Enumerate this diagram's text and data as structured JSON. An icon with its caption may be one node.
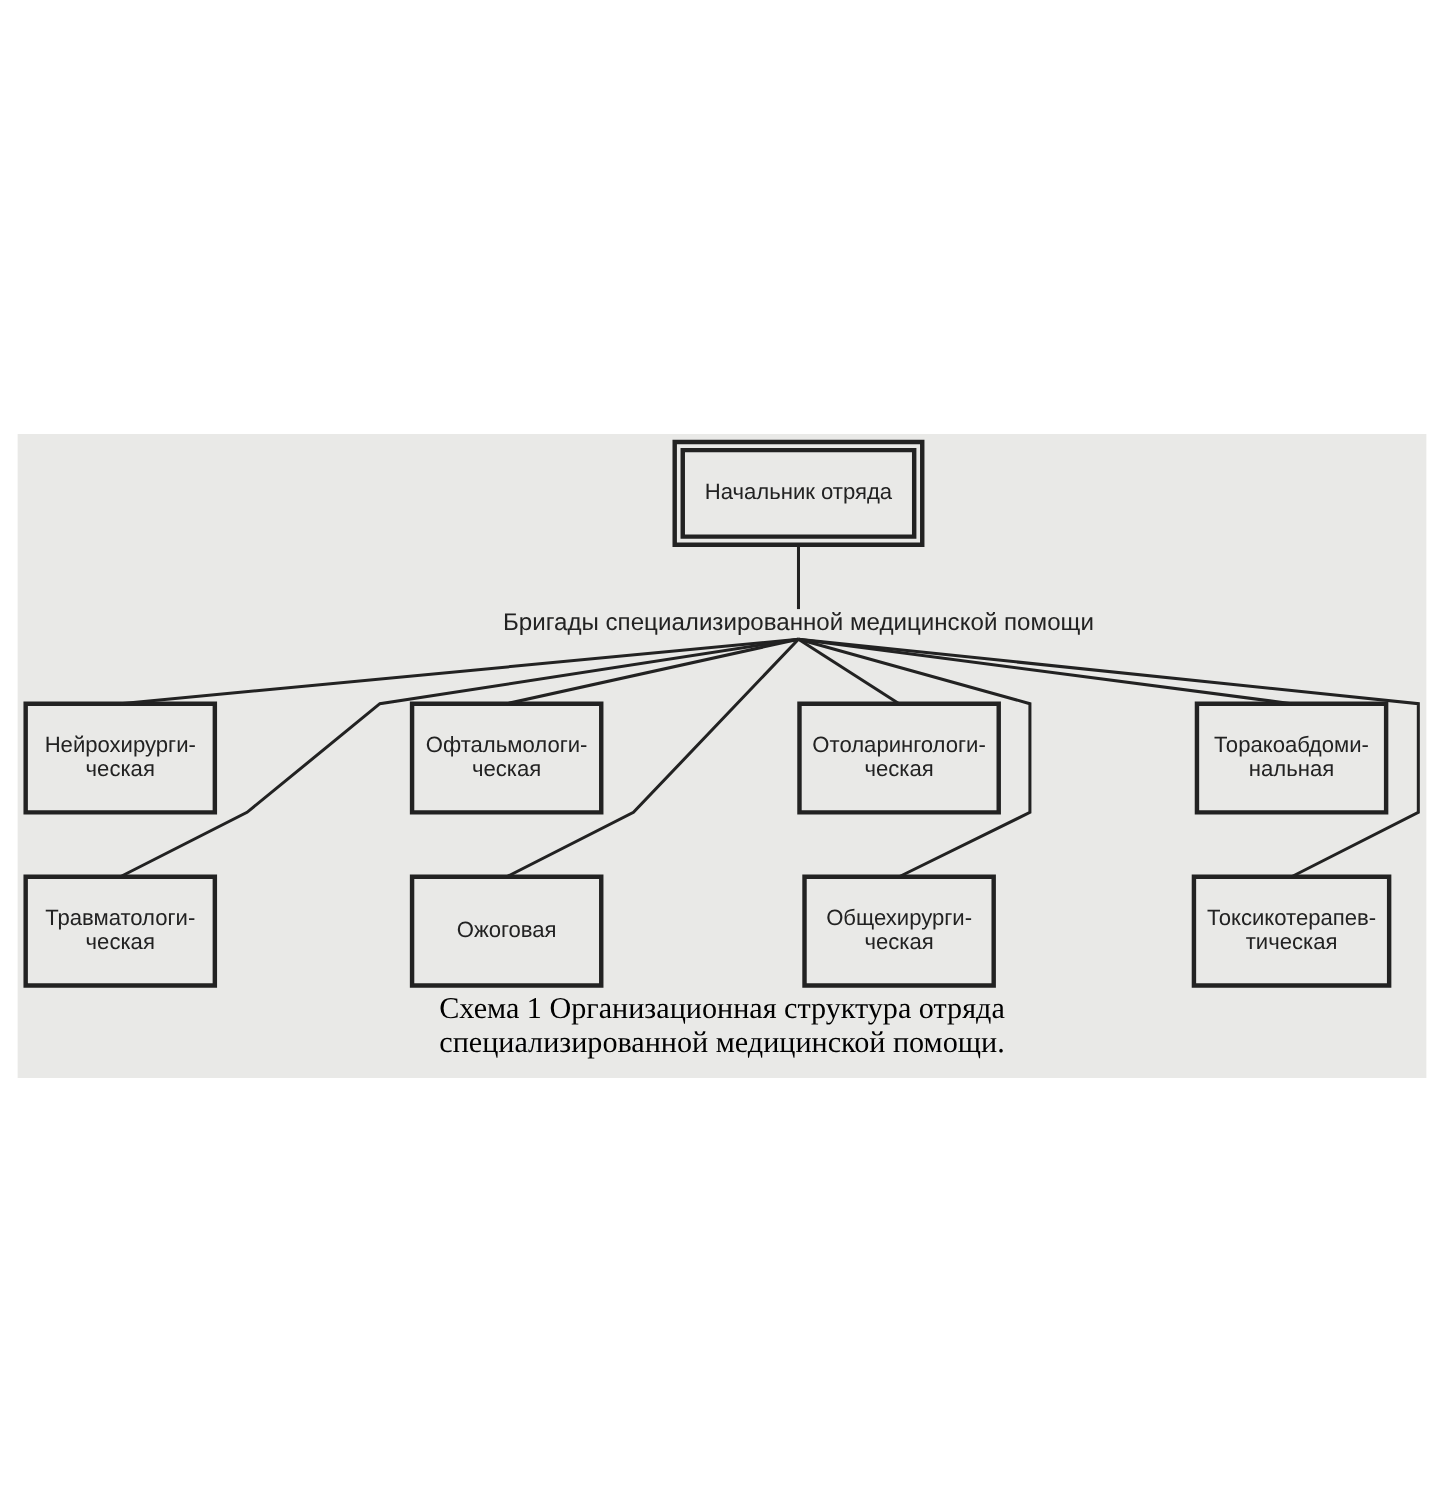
{
  "diagram": {
    "caption": "Схема 1 Организационная структура отряда специализированной медицинской помощи.",
    "nodes": [
      {
        "text": [
          "Начальник отряда"
        ]
      },
      {
        "text": [
          "Бригады специализированной медицинской помощи"
        ]
      },
      {
        "text": [
          "Нейрохирурги- ческая"
        ]
      },
      {
        "text": [
          "Офтальмологи- ческая"
        ]
      },
      {
        "text": [
          "Отоларингологи- ческая"
        ]
      },
      {
        "text": [
          "Торакоабдоми- нальная"
        ]
      },
      {
        "text": [
          "Травматологи- ческая"
        ]
      },
      {
        "text": [
          "Ожоговая"
        ]
      },
      {
        "text": [
          "Общехирурги- ческая"
        ]
      },
      {
        "text": [
          "Токсикотерапев- тическая"
        ]
      }
    ],
    "edges": [
      {
        "from": 0,
        "to": 1,
        "arrow": "none"
      },
      {
        "from": 1,
        "to": 2,
        "arrow": "none"
      },
      {
        "from": 1,
        "to": 3,
        "arrow": "none"
      },
      {
        "from": 1,
        "to": 4,
        "arrow": "none"
      },
      {
        "from": 1,
        "to": 5,
        "arrow": "none"
      },
      {
        "from": 1,
        "to": 6,
        "arrow": "none"
      },
      {
        "from": 1,
        "to": 7,
        "arrow": "none"
      },
      {
        "from": 1,
        "to": 8,
        "arrow": "none"
      },
      {
        "from": 1,
        "to": 9,
        "arrow": "none"
      }
    ]
  }
}
